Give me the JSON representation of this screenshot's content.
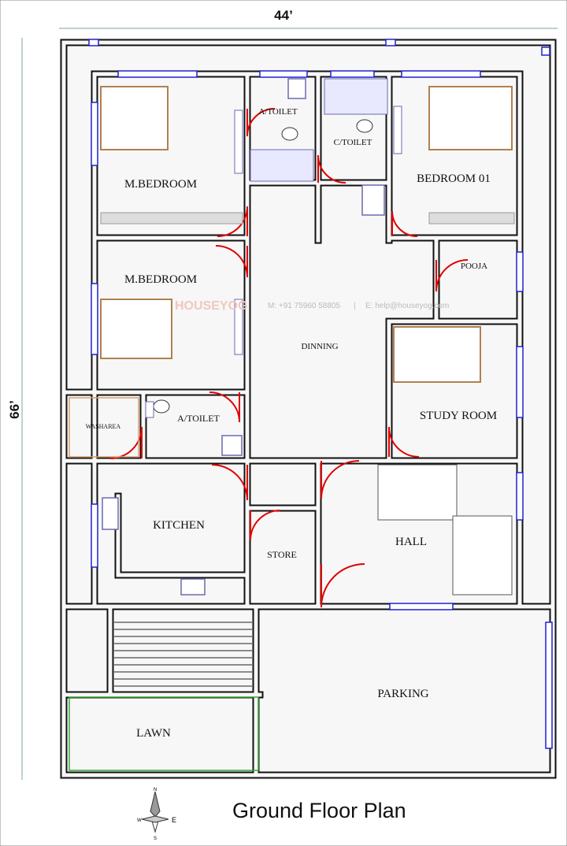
{
  "dimensions": {
    "width": "44’",
    "depth": "66’"
  },
  "rooms": {
    "master_bedroom_1": "M.BEDROOM",
    "attached_toilet_1": "A/TOILET",
    "common_toilet": "C/TOILET",
    "bedroom_01": "BEDROOM 01",
    "master_bedroom_2": "M.BEDROOM",
    "pooja": "POOJA",
    "dinning": "DINNING",
    "study_room": "STUDY ROOM",
    "washarea": "WASHAREA",
    "attached_toilet_2": "A/TOILET",
    "kitchen": "KITCHEN",
    "store": "STORE",
    "hall": "HALL",
    "parking": "PARKING",
    "lawn": "LAWN"
  },
  "watermark": {
    "brand": "HOUSEYOG",
    "phone": "M: +91 75960 58805",
    "separator": "|",
    "email": "E: help@houseyog.com"
  },
  "compass": {
    "n": "N",
    "s": "S",
    "e": "E",
    "w": "W"
  },
  "title": "Ground Floor Plan",
  "colors": {
    "wall": "#111111",
    "door": "#e00000",
    "window": "#2020d0",
    "furniture": "#b08050",
    "fixture": "#6a6ab0"
  }
}
